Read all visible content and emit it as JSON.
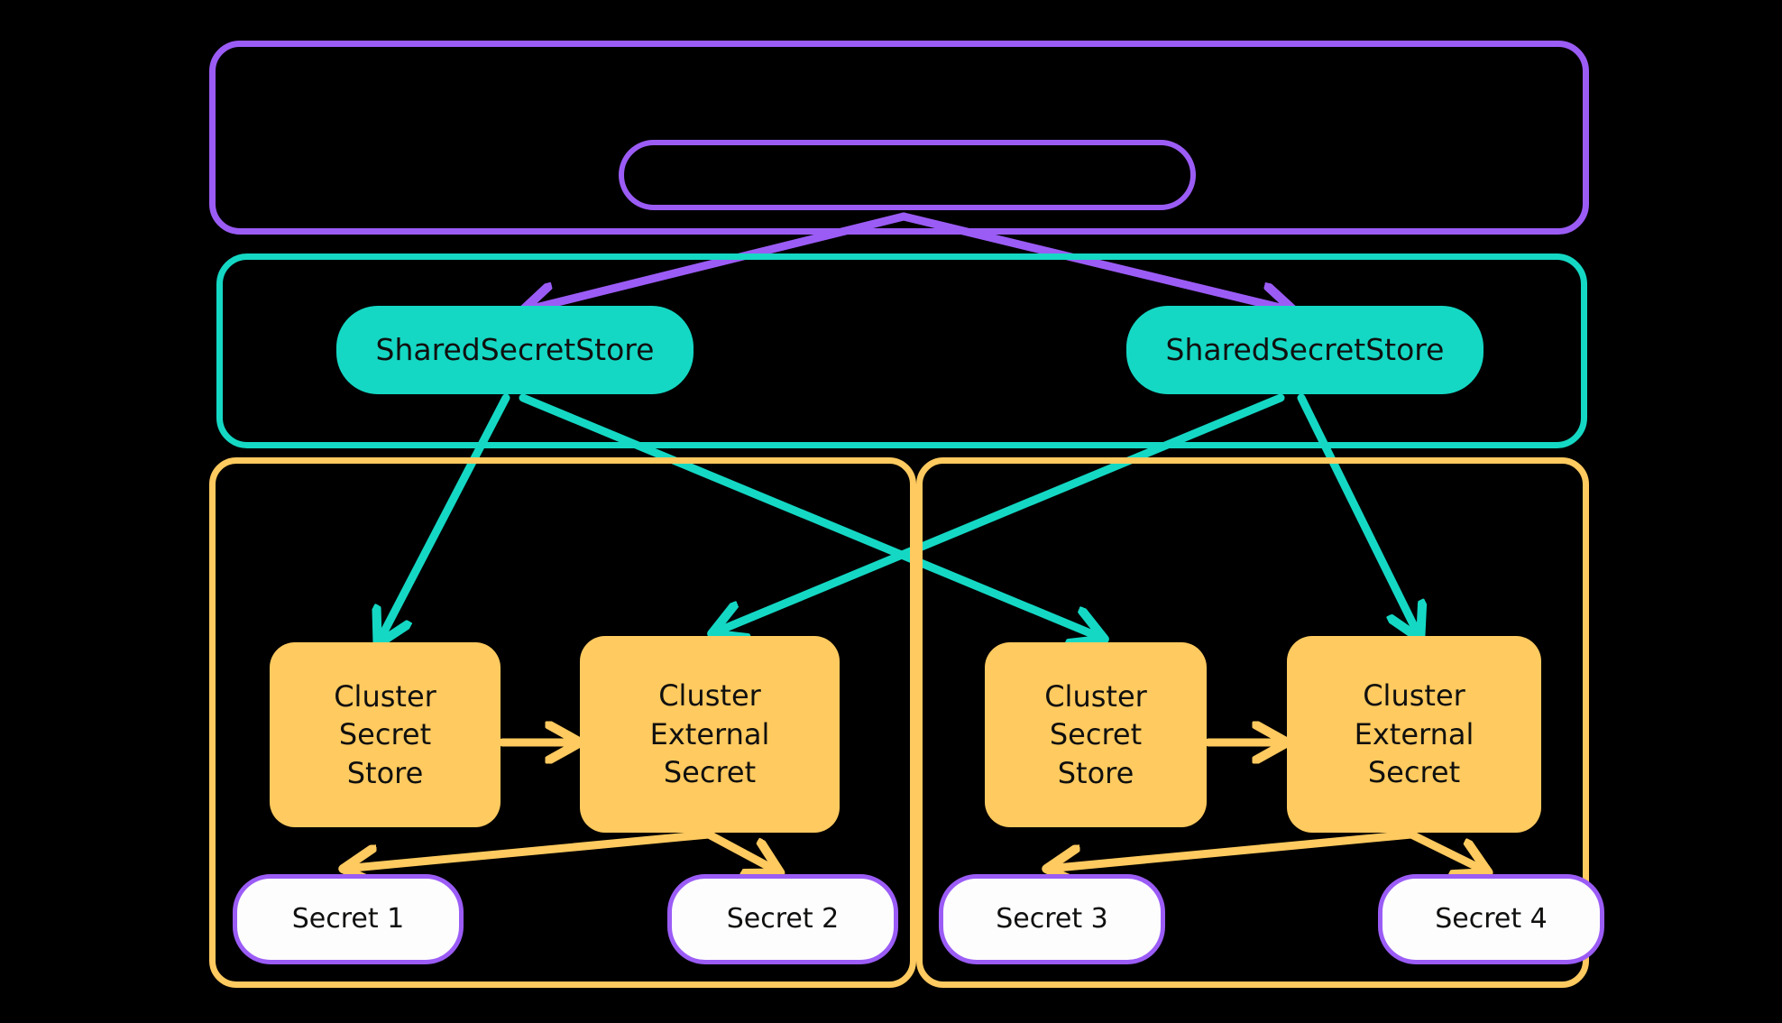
{
  "diagram": {
    "title": "External Secrets Operator — Shared Secret Store architecture",
    "background": "#000000",
    "colors": {
      "purple": "#9B5CF6",
      "teal": "#14D8C4",
      "yellow": "#FFCA5F",
      "secret_fill": "#FDFDFD",
      "text": "#10100F"
    }
  },
  "containers": [
    {
      "id": "purple-scope",
      "label": "",
      "color": "#9B5CF6"
    },
    {
      "id": "teal-scope",
      "label": "",
      "color": "#14D8C4"
    },
    {
      "id": "yellow-scope-left",
      "label": "",
      "color": "#FFCA5F"
    },
    {
      "id": "yellow-scope-right",
      "label": "",
      "color": "#FFCA5F"
    }
  ],
  "nodes": {
    "controller": {
      "label": "",
      "shape": "pill-outline",
      "color": "#9B5CF6"
    },
    "shared_store_left": {
      "label": "SharedSecretStore",
      "shape": "pill",
      "color": "#14D8C4"
    },
    "shared_store_right": {
      "label": "SharedSecretStore",
      "shape": "pill",
      "color": "#14D8C4"
    },
    "cluster_secret_store_left": {
      "label": "Cluster\nSecret\nStore",
      "shape": "rounded-rect",
      "color": "#FFCA5F"
    },
    "cluster_external_secret_left": {
      "label": "Cluster\nExternal\nSecret",
      "shape": "rounded-rect",
      "color": "#FFCA5F"
    },
    "cluster_secret_store_right": {
      "label": "Cluster\nSecret\nStore",
      "shape": "rounded-rect",
      "color": "#FFCA5F"
    },
    "cluster_external_secret_right": {
      "label": "Cluster\nExternal\nSecret",
      "shape": "rounded-rect",
      "color": "#FFCA5F"
    },
    "secret_1": {
      "label": "Secret 1",
      "shape": "pill",
      "color": "#FDFDFD"
    },
    "secret_2": {
      "label": "Secret 2",
      "shape": "pill",
      "color": "#FDFDFD"
    },
    "secret_3": {
      "label": "Secret 3",
      "shape": "pill",
      "color": "#FDFDFD"
    },
    "secret_4": {
      "label": "Secret 4",
      "shape": "pill",
      "color": "#FDFDFD"
    }
  },
  "edges": [
    {
      "from": "controller",
      "to": "shared_store_left",
      "color": "#9B5CF6",
      "label": ""
    },
    {
      "from": "controller",
      "to": "shared_store_right",
      "color": "#9B5CF6",
      "label": ""
    },
    {
      "from": "shared_store_left",
      "to": "cluster_secret_store_left",
      "color": "#14D8C4",
      "label": ""
    },
    {
      "from": "shared_store_left",
      "to": "cluster_secret_store_right",
      "color": "#14D8C4",
      "label": ""
    },
    {
      "from": "shared_store_right",
      "to": "cluster_external_secret_left",
      "color": "#14D8C4",
      "label": ""
    },
    {
      "from": "shared_store_right",
      "to": "cluster_external_secret_right",
      "color": "#14D8C4",
      "label": ""
    },
    {
      "from": "cluster_secret_store_left",
      "to": "cluster_external_secret_left",
      "color": "#FFCA5F",
      "label": ""
    },
    {
      "from": "cluster_secret_store_right",
      "to": "cluster_external_secret_right",
      "color": "#FFCA5F",
      "label": ""
    },
    {
      "from": "cluster_external_secret_left",
      "to": "secret_1",
      "color": "#FFCA5F",
      "label": ""
    },
    {
      "from": "cluster_external_secret_left",
      "to": "secret_2",
      "color": "#FFCA5F",
      "label": ""
    },
    {
      "from": "cluster_external_secret_right",
      "to": "secret_3",
      "color": "#FFCA5F",
      "label": ""
    },
    {
      "from": "cluster_external_secret_right",
      "to": "secret_4",
      "color": "#FFCA5F",
      "label": ""
    }
  ]
}
